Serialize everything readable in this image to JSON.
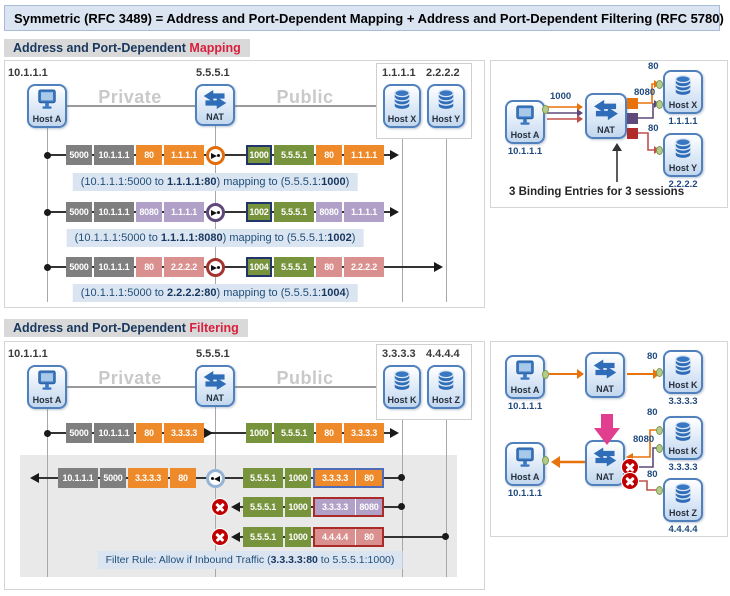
{
  "title": "Symmetric (RFC 3489) = Address and Port-Dependent Mapping + Address and Port-Dependent Filtering (RFC 5780)",
  "colors": {
    "header_highlight": "#d91f3d",
    "orange": "#ee8a2a",
    "olive_green": "#77933c",
    "purple": "#b1a0c7",
    "rose": "#d9908e",
    "packet_gray": "#7f7f7f",
    "navy_text": "#1f3864",
    "caption_bg": "#dbe5f1",
    "blocked_red": "#c00000",
    "node_blue": "#2f6db8"
  },
  "icons": {
    "host": "monitor-icon",
    "server": "database-icon",
    "nat": "twin-arrows-icon",
    "blocked": "x-circle-icon",
    "allowed_hop": "ring-arrow-icon",
    "transition": "pink-down-arrow-icon"
  },
  "mapping": {
    "header": {
      "prefix": "Address and Port-Dependent ",
      "highlight": "Mapping"
    },
    "zones": {
      "private": "Private",
      "public": "Public"
    },
    "hosts": {
      "a": {
        "name": "Host A",
        "ip": "10.1.1.1"
      },
      "nat": {
        "name": "NAT",
        "ip": "5.5.5.1"
      },
      "x": {
        "name": "Host X",
        "ip": "1.1.1.1"
      },
      "y": {
        "name": "Host Y",
        "ip": "2.2.2.2"
      }
    },
    "flows": [
      {
        "src_port": "5000",
        "src_ip": "10.1.1.1",
        "dst_port": "80",
        "dst_ip": "1.1.1.1",
        "xlate_port": "1000",
        "xlate_ip": "5.5.5.1"
      },
      {
        "src_port": "5000",
        "src_ip": "10.1.1.1",
        "dst_port": "8080",
        "dst_ip": "1.1.1.1",
        "xlate_port": "1002",
        "xlate_ip": "5.5.5.1"
      },
      {
        "src_port": "5000",
        "src_ip": "10.1.1.1",
        "dst_port": "80",
        "dst_ip": "2.2.2.2",
        "xlate_port": "1004",
        "xlate_ip": "5.5.5.1"
      }
    ],
    "captions": [
      {
        "p1": "(10.1.1.1:5000 to ",
        "b1": "1.1.1.1:80",
        "p2": ") mapping to (5.5.5.1:",
        "b2": "1000",
        "p3": ")"
      },
      {
        "p1": "(10.1.1.1:5000 to ",
        "b1": "1.1.1.1:8080",
        "p2": ") mapping to (5.5.5.1:",
        "b2": "1002",
        "p3": ")"
      },
      {
        "p1": "(10.1.1.1:5000 to ",
        "b1": "2.2.2.2:80",
        "p2": ") mapping to (5.5.5.1:",
        "b2": "1004",
        "p3": ")"
      }
    ],
    "panel": {
      "host_a": {
        "name": "Host A",
        "ip": "10.1.1.1"
      },
      "nat": "NAT",
      "src_port": "1000",
      "host_x": {
        "name": "Host X",
        "ip": "1.1.1.1",
        "port1": "80",
        "port2": "8080"
      },
      "host_y": {
        "name": "Host Y",
        "ip": "2.2.2.2",
        "port1": "80"
      },
      "note": "3 Binding Entries for 3 sessions"
    }
  },
  "filtering": {
    "header": {
      "prefix": "Address and Port-Dependent ",
      "highlight": "Filtering"
    },
    "zones": {
      "private": "Private",
      "public": "Public"
    },
    "hosts": {
      "a": {
        "name": "Host A",
        "ip": "10.1.1.1"
      },
      "nat": {
        "name": "NAT",
        "ip": "5.5.5.1"
      },
      "k": {
        "name": "Host K",
        "ip": "3.3.3.3"
      },
      "z": {
        "name": "Host Z",
        "ip": "4.4.4.4"
      }
    },
    "outbound": {
      "src_port": "5000",
      "src_ip": "10.1.1.1",
      "dst_port": "80",
      "dst_ip": "3.3.3.3",
      "xlate_port": "1000",
      "xlate_ip": "5.5.5.1"
    },
    "inbound": [
      {
        "to_ip": "10.1.1.1",
        "to_port": "5000",
        "from_ip": "3.3.3.3",
        "from_port": "80",
        "pub_ip": "5.5.5.1",
        "pub_port": "1000",
        "src_ip": "3.3.3.3",
        "src_port": "80",
        "allowed": true
      },
      {
        "pub_ip": "5.5.5.1",
        "pub_port": "1000",
        "src_ip": "3.3.3.3",
        "src_port": "8080",
        "allowed": false
      },
      {
        "pub_ip": "5.5.5.1",
        "pub_port": "1000",
        "src_ip": "4.4.4.4",
        "src_port": "80",
        "allowed": false
      }
    ],
    "filter_rule": {
      "p1": "Filter Rule: Allow if Inbound Traffic (",
      "b1": "3.3.3.3:80",
      "p2": " to 5.5.5.1:1000)"
    },
    "panel": {
      "host_a": {
        "name": "Host A",
        "ip": "10.1.1.1"
      },
      "nat": "NAT",
      "host_k": {
        "name": "Host K",
        "ip": "3.3.3.3",
        "port1": "80",
        "port2": "8080"
      },
      "host_z": {
        "name": "Host Z",
        "ip": "4.4.4.4",
        "port1": "80"
      }
    }
  }
}
